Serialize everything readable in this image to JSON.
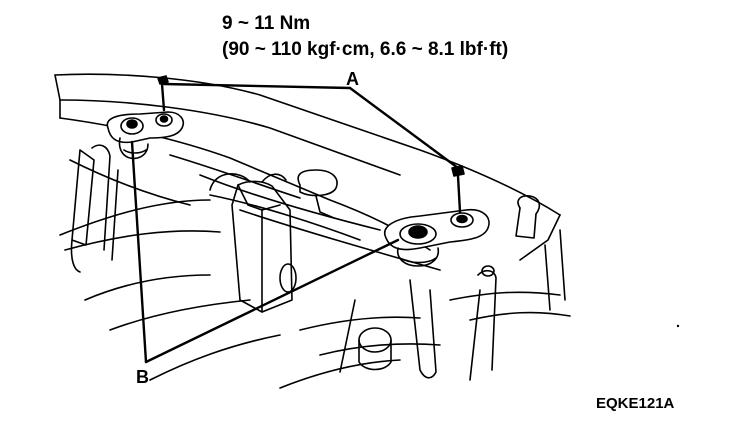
{
  "torque": {
    "line1": "9 ~ 11 Nm",
    "line2": "(90 ~ 110 kgf·cm, 6.6 ~ 8.1 lbf·ft)"
  },
  "labels": {
    "a": "A",
    "b": "B"
  },
  "figure_code": "EQKE121A",
  "colors": {
    "ink": "#000000",
    "paper": "#ffffff"
  }
}
